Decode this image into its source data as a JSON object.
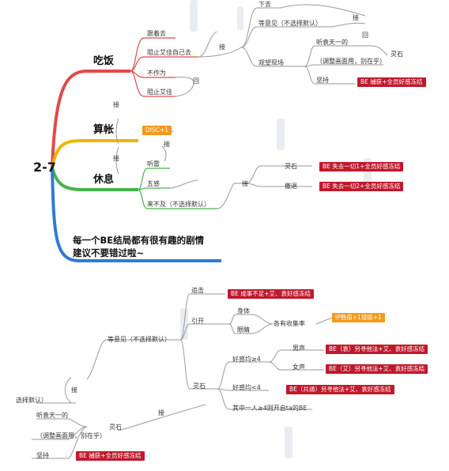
{
  "colors": {
    "branch_red": "#e04a4a",
    "branch_yellow": "#f2b300",
    "branch_green": "#47b347",
    "branch_blue": "#2f7bd6",
    "tag_red": "#c0192c",
    "tag_orange": "#f39a1e",
    "line_gray": "#9a9a9a"
  },
  "top": {
    "root": "2-7",
    "branches": {
      "eat": "吃饭",
      "account": "算帐",
      "rest": "休息",
      "note_line1": "每一个BE结局都有很有趣的剧情",
      "note_line2": "建议不要错过啦~"
    },
    "eat_items": [
      "跟着去",
      "阻止艾佳自己去",
      "不作为",
      "阻止艾佳"
    ],
    "rest_items": [
      "听雷",
      "五感",
      "来不及（不选择默认）"
    ],
    "connector_jie": "接",
    "hui": "回",
    "disc_tag": "DISC+1",
    "right_top": [
      "下去",
      "等意见（不选择默认）",
      "观望现场",
      "听袁天一的",
      "（调整画面用，别在乎）",
      "坚持"
    ],
    "lingshi": "灵石",
    "be_capture": "BE 捕获+全员好感冻结",
    "lingshi2": "灵石",
    "cheye": "撤退",
    "be_lost1": "BE 失去一切1+全员好感冻结",
    "be_lost2": "BE 失去一切2+全员好感冻结"
  },
  "bottom": {
    "zhuiji": "追击",
    "be_shibai": "BE 成事不足+艾、袁好感冻结",
    "yinkai": "引开",
    "dengyijian": "等意见（不选择默认）",
    "shenti": "身体",
    "yanjing": "眼睛",
    "geyoushouji": "各有收集率",
    "ip_tag": "IP数值+1增援+1",
    "lingshi": "灵石",
    "haogan_a": "好感均≥4",
    "haogan_b": "好感均<4",
    "nansheng": "男声",
    "nvsheng": "女声",
    "be_yuan": "BE（袁）另寻他法+艾、袁好感冻结",
    "be_ai": "BE（艾）另寻他法+艾、袁好感冻结",
    "be_gong": "BE（共通）另寻他法+艾、袁好感冻结",
    "qizhong": "其中一人≥4则开启ta的BE",
    "jie": "接",
    "left_stub": "选择默认）",
    "tingyuan": "听袁天一的",
    "tiaozheng": "（调整画面用，别在乎）",
    "lingshi_left": "灵石",
    "jianchi": "坚持",
    "be_capture": "BE 捕获+全员好感冻结"
  }
}
